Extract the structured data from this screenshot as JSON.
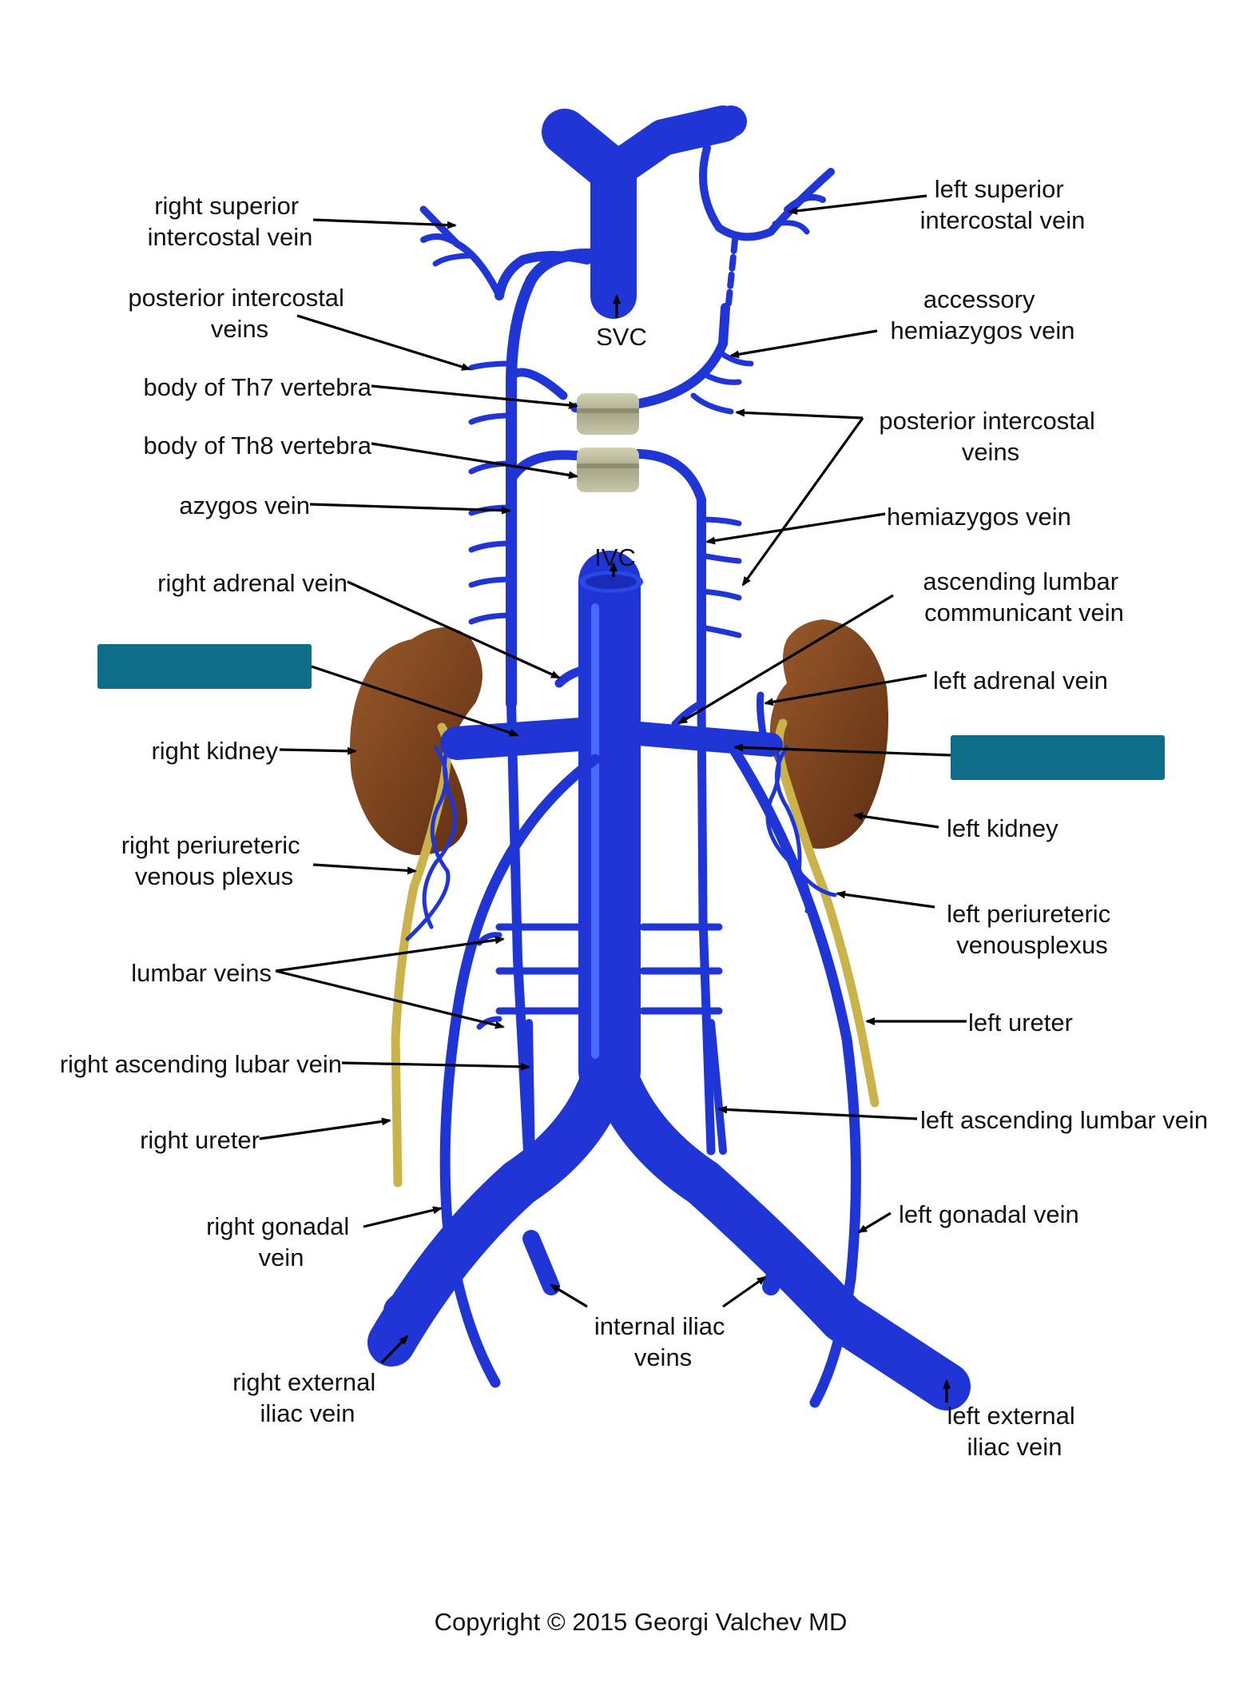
{
  "title": "",
  "labels": {
    "right_superior_intercostal_vein": [
      "right superior",
      "intercostal vein"
    ],
    "left_superior_intercostal_vein": [
      "left superior",
      "intercostal vein"
    ],
    "posterior_intercostal_veins_right": [
      "posterior intercostal",
      "veins"
    ],
    "svc": "SVC",
    "accessory_hemiazygos_vein": [
      "accessory",
      "hemiazygos vein"
    ],
    "body_of_th7_vertebra": "body of Th7 vertebra",
    "body_of_th8_vertebra": "body of Th8 vertebra",
    "posterior_intercostal_veins_left": [
      "posterior intercostal",
      "veins"
    ],
    "azygos_vein": "azygos vein",
    "hemiazygos_vein": "hemiazygos vein",
    "ivc": "IVC",
    "right_adrenal_vein": "right adrenal vein",
    "ascending_lumbar_communicant_vein": [
      "ascending lumbar",
      "communicant vein"
    ],
    "left_adrenal_vein": "left adrenal vein",
    "right_kidney": "right kidney",
    "left_kidney": "left kidney",
    "right_periureteric_venous_plexus": [
      "right periureteric",
      "venous plexus"
    ],
    "left_periureteric_venousplexus": [
      "left periureteric",
      "venousplexus"
    ],
    "lumbar_veins": "lumbar veins",
    "left_ureter": "left ureter",
    "right_ascending_lubar_vein": "right ascending lubar vein",
    "left_ascending_lumbar_vein": "left ascending lumbar vein",
    "right_ureter": "right ureter",
    "right_gonadal_vein": [
      "right gonadal",
      "vein"
    ],
    "left_gonadal_vein": "left gonadal vein",
    "internal_iliac_veins": [
      "internal iliac",
      "veins"
    ],
    "right_external_iliac_vein": [
      "right external",
      "iliac vein"
    ],
    "left_external_iliac_vein": [
      "left external",
      "iliac vein"
    ]
  },
  "copyright": "Copyright © 2015 Georgi Valchev MD",
  "colors": {
    "vein": "#1f35d6",
    "vein_highlight": "#4a6bff",
    "kidney": "#7a3f1c",
    "ureter": "#c9b34a",
    "vertebra": "#b7b79a",
    "blank_label_box": "#0e6e89"
  }
}
